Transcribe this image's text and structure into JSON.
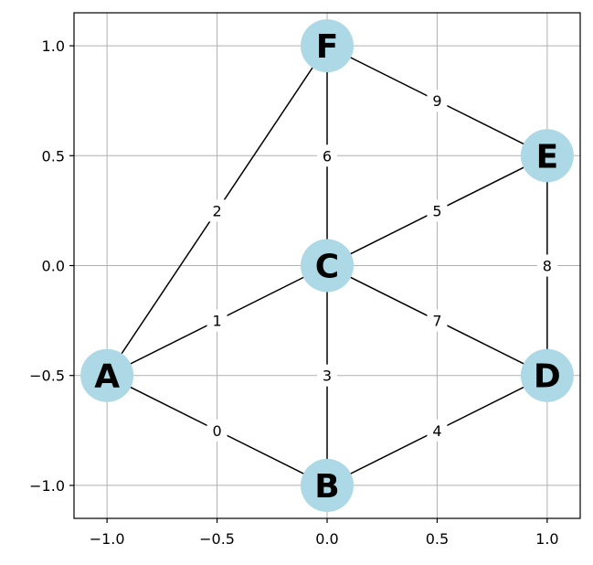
{
  "graph": {
    "node_color": "#add8e6",
    "grid": true,
    "xlim": [
      -1.15,
      1.15
    ],
    "ylim": [
      -1.15,
      1.15
    ],
    "x_ticks": [
      {
        "value": -1.0,
        "label": "−1.0"
      },
      {
        "value": -0.5,
        "label": "−0.5"
      },
      {
        "value": 0.0,
        "label": "0.0"
      },
      {
        "value": 0.5,
        "label": "0.5"
      },
      {
        "value": 1.0,
        "label": "1.0"
      }
    ],
    "y_ticks": [
      {
        "value": 1.0,
        "label": "1.0"
      },
      {
        "value": 0.5,
        "label": "0.5"
      },
      {
        "value": 0.0,
        "label": "0.0"
      },
      {
        "value": -0.5,
        "label": "−0.5"
      },
      {
        "value": -1.0,
        "label": "−1.0"
      }
    ],
    "nodes": [
      {
        "id": "A",
        "x": -1.0,
        "y": -0.5
      },
      {
        "id": "B",
        "x": 0.0,
        "y": -1.0
      },
      {
        "id": "C",
        "x": 0.0,
        "y": 0.0
      },
      {
        "id": "D",
        "x": 1.0,
        "y": -0.5
      },
      {
        "id": "E",
        "x": 1.0,
        "y": 0.5
      },
      {
        "id": "F",
        "x": 0.0,
        "y": 1.0
      }
    ],
    "edges": [
      {
        "from": "A",
        "to": "B",
        "label": "0"
      },
      {
        "from": "A",
        "to": "C",
        "label": "1"
      },
      {
        "from": "A",
        "to": "F",
        "label": "2"
      },
      {
        "from": "B",
        "to": "C",
        "label": "3"
      },
      {
        "from": "B",
        "to": "D",
        "label": "4"
      },
      {
        "from": "C",
        "to": "E",
        "label": "5"
      },
      {
        "from": "C",
        "to": "F",
        "label": "6"
      },
      {
        "from": "C",
        "to": "D",
        "label": "7"
      },
      {
        "from": "D",
        "to": "E",
        "label": "8"
      },
      {
        "from": "E",
        "to": "F",
        "label": "9"
      }
    ]
  }
}
